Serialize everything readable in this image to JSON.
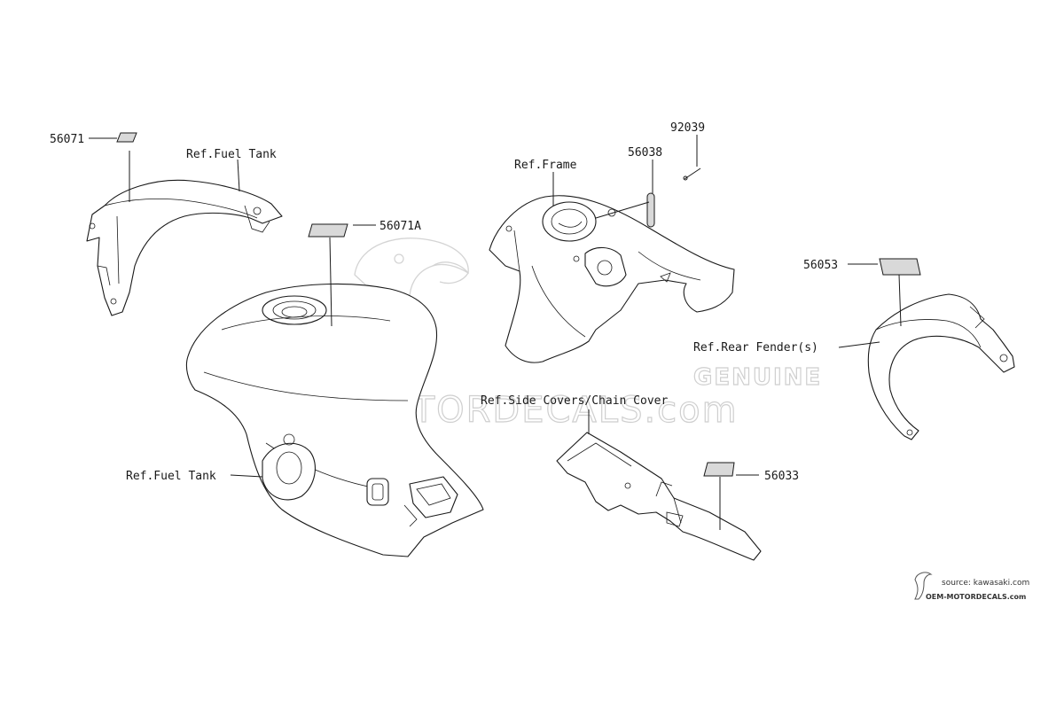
{
  "watermark": {
    "genuine": "GENUINE",
    "site": "OEM-MOTORDECALS.com"
  },
  "source": {
    "line1": "source: kawasaki.com",
    "line2": "OEM-MOTORDECALS.com"
  },
  "callouts": {
    "p56071": "56071",
    "p56071A": "56071A",
    "p92039": "92039",
    "p56038": "56038",
    "p56053": "56053",
    "p56033": "56033",
    "ref_fuel_tank_top": "Ref.Fuel Tank",
    "ref_fuel_tank_bottom": "Ref.Fuel Tank",
    "ref_frame": "Ref.Frame",
    "ref_rear_fender": "Ref.Rear Fender(s)",
    "ref_side_covers": "Ref.Side Covers/Chain Cover"
  },
  "icons": {
    "watermark": "bird-head-logo-icon",
    "source": "bird-head-small-icon"
  }
}
